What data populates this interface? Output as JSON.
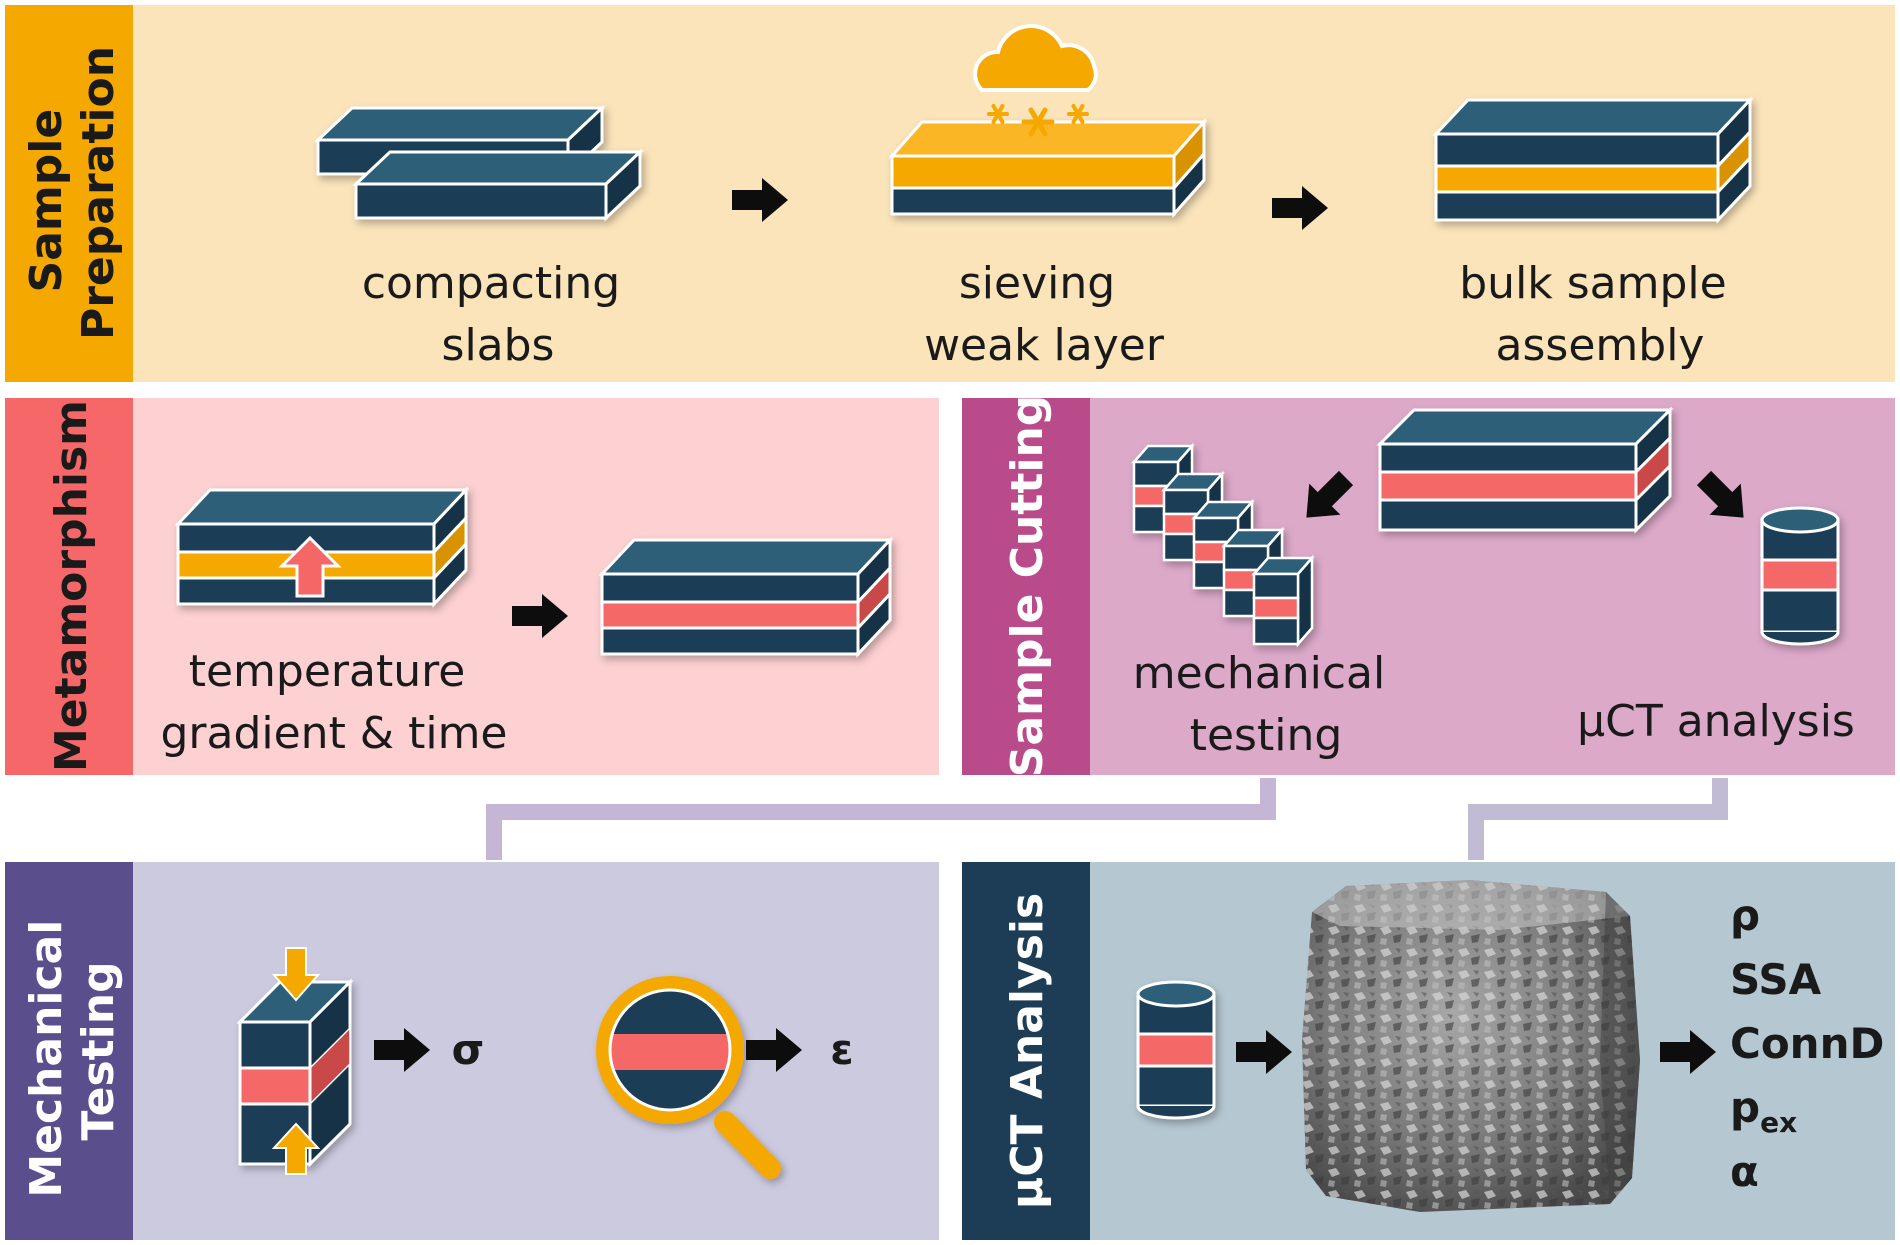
{
  "colors": {
    "navy": "#1d3d57",
    "navy_top": "#2e5f78",
    "navy_side": "#163247",
    "orange": "#f5a800",
    "orange_light": "#fbb626",
    "red": "#f56767",
    "prep_bg": "#fbe4ba",
    "prep_tab": "#f5a800",
    "meta_bg": "#fdd0d1",
    "meta_tab": "#f56768",
    "cut_bg": "#dca9c9",
    "cut_tab": "#b94b8b",
    "mech_bg": "#cccadf",
    "mech_tab": "#5b4e8c",
    "ct_bg": "#b5c7d1",
    "ct_tab": "#1d3d57"
  },
  "icons": {
    "weather": "snow-cloud-icon",
    "arrow": "right-arrow-icon",
    "heat": "up-arrow-icon",
    "magnifier": "magnifying-glass-icon",
    "compression": "compression-arrows-icon",
    "cylinder": "cylinder-sample-icon",
    "structure": "ct-microstructure-icon"
  },
  "sections": {
    "preparation": {
      "tab_lines": [
        "Sample",
        "Preparation"
      ],
      "steps": [
        {
          "lines": [
            "compacting",
            "slabs"
          ]
        },
        {
          "lines": [
            "sieving",
            "weak layer"
          ]
        },
        {
          "lines": [
            "bulk sample",
            "assembly"
          ]
        }
      ]
    },
    "metamorphism": {
      "tab": "Metamorphism",
      "caption_lines": [
        "temperature",
        "gradient & time"
      ]
    },
    "cutting": {
      "tab": "Sample Cutting",
      "mech_caption_lines": [
        "mechanical",
        "testing"
      ],
      "ct_caption": "µCT analysis"
    },
    "mechanical": {
      "tab_lines": [
        "Mechanical",
        "Testing"
      ],
      "stress": "σ",
      "strain": "ε"
    },
    "ct": {
      "tab": "µCT Analysis",
      "params": [
        {
          "main": "ρ",
          "sub": ""
        },
        {
          "main": "SSA",
          "sub": ""
        },
        {
          "main": "ConnD",
          "sub": ""
        },
        {
          "main": "p",
          "sub": "ex"
        },
        {
          "main": "α",
          "sub": ""
        }
      ]
    }
  }
}
